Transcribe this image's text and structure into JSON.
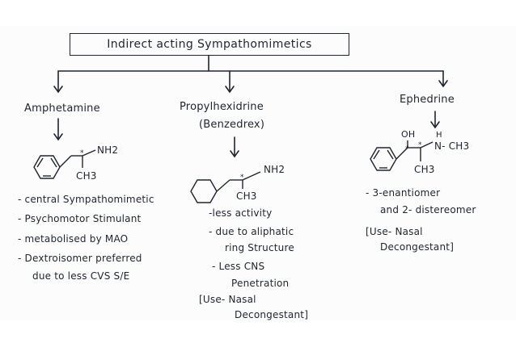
{
  "title": "Indirect acting Sympathomimetics",
  "branches": [
    {
      "name": "Amphetamine",
      "structure": {
        "label_amine": "NH2",
        "label_methyl": "CH3"
      },
      "notes": [
        "- central Sympathomimetic",
        "- Psychomotor Stimulant",
        "- metabolised by MAO",
        "- Dextroisomer preferred",
        "due to less CVS S/E"
      ]
    },
    {
      "name": "Propylhexidrine",
      "alt_name": "(Benzedrex)",
      "structure": {
        "label_amine": "NH2",
        "label_methyl": "CH3"
      },
      "notes": [
        "-less activity",
        "- due to aliphatic",
        "ring Structure",
        "- Less CNS",
        "Penetration"
      ],
      "use": [
        "[Use- Nasal",
        "Decongestant]"
      ]
    },
    {
      "name": "Ephedrine",
      "structure": {
        "label_oh": "OH",
        "label_h": "H",
        "label_amine": "N- CH3",
        "label_methyl": "CH3"
      },
      "notes": [
        "- 3-enantiomer",
        "and 2- distereomer"
      ],
      "use": [
        "[Use- Nasal",
        "Decongestant]"
      ]
    }
  ],
  "colors": {
    "ink": "#1f2430",
    "paper": "#fcfcfc"
  }
}
